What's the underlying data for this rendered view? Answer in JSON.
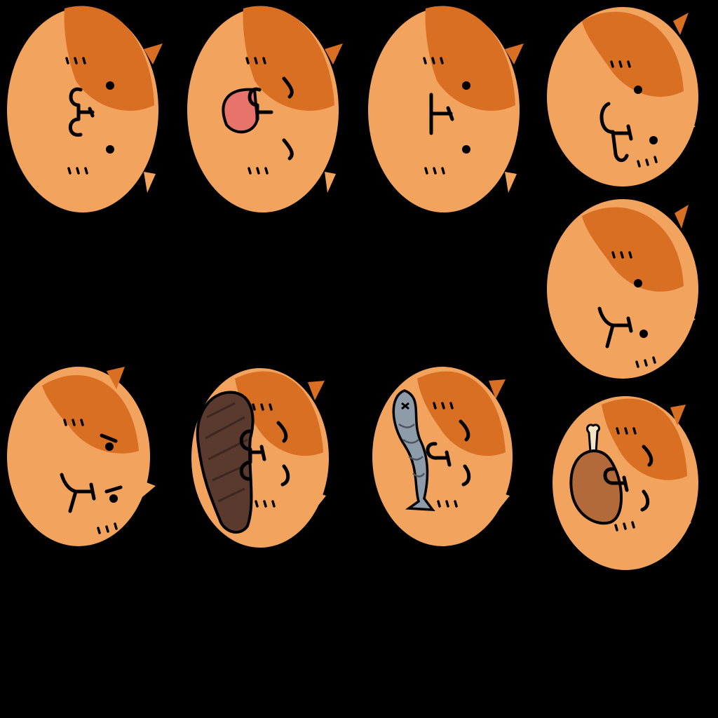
{
  "sheet": {
    "background": "#000000",
    "colors": {
      "body": "#F2A35E",
      "patch": "#D96F23",
      "outline": "#000000",
      "tongue": "#E8736A",
      "steak": "#5A3A2E",
      "fish": "#8E9BA8",
      "drumstick": "#B36A3A"
    },
    "sprites": [
      {
        "name": "cat-face-neutral",
        "expression": "neutral"
      },
      {
        "name": "cat-face-tongue",
        "expression": "tongue-out"
      },
      {
        "name": "cat-face-flat-mouth",
        "expression": "flat-mouth"
      },
      {
        "name": "cat-face-smug",
        "expression": "smug"
      },
      {
        "name": "cat-face-grumpy",
        "expression": "grumpy"
      },
      {
        "name": "cat-face-angry",
        "expression": "angry"
      },
      {
        "name": "cat-face-eating-steak",
        "expression": "eating",
        "food": "steak"
      },
      {
        "name": "cat-face-eating-fish",
        "expression": "eating",
        "food": "fish"
      },
      {
        "name": "cat-face-eating-drumstick",
        "expression": "eating",
        "food": "drumstick"
      }
    ]
  }
}
